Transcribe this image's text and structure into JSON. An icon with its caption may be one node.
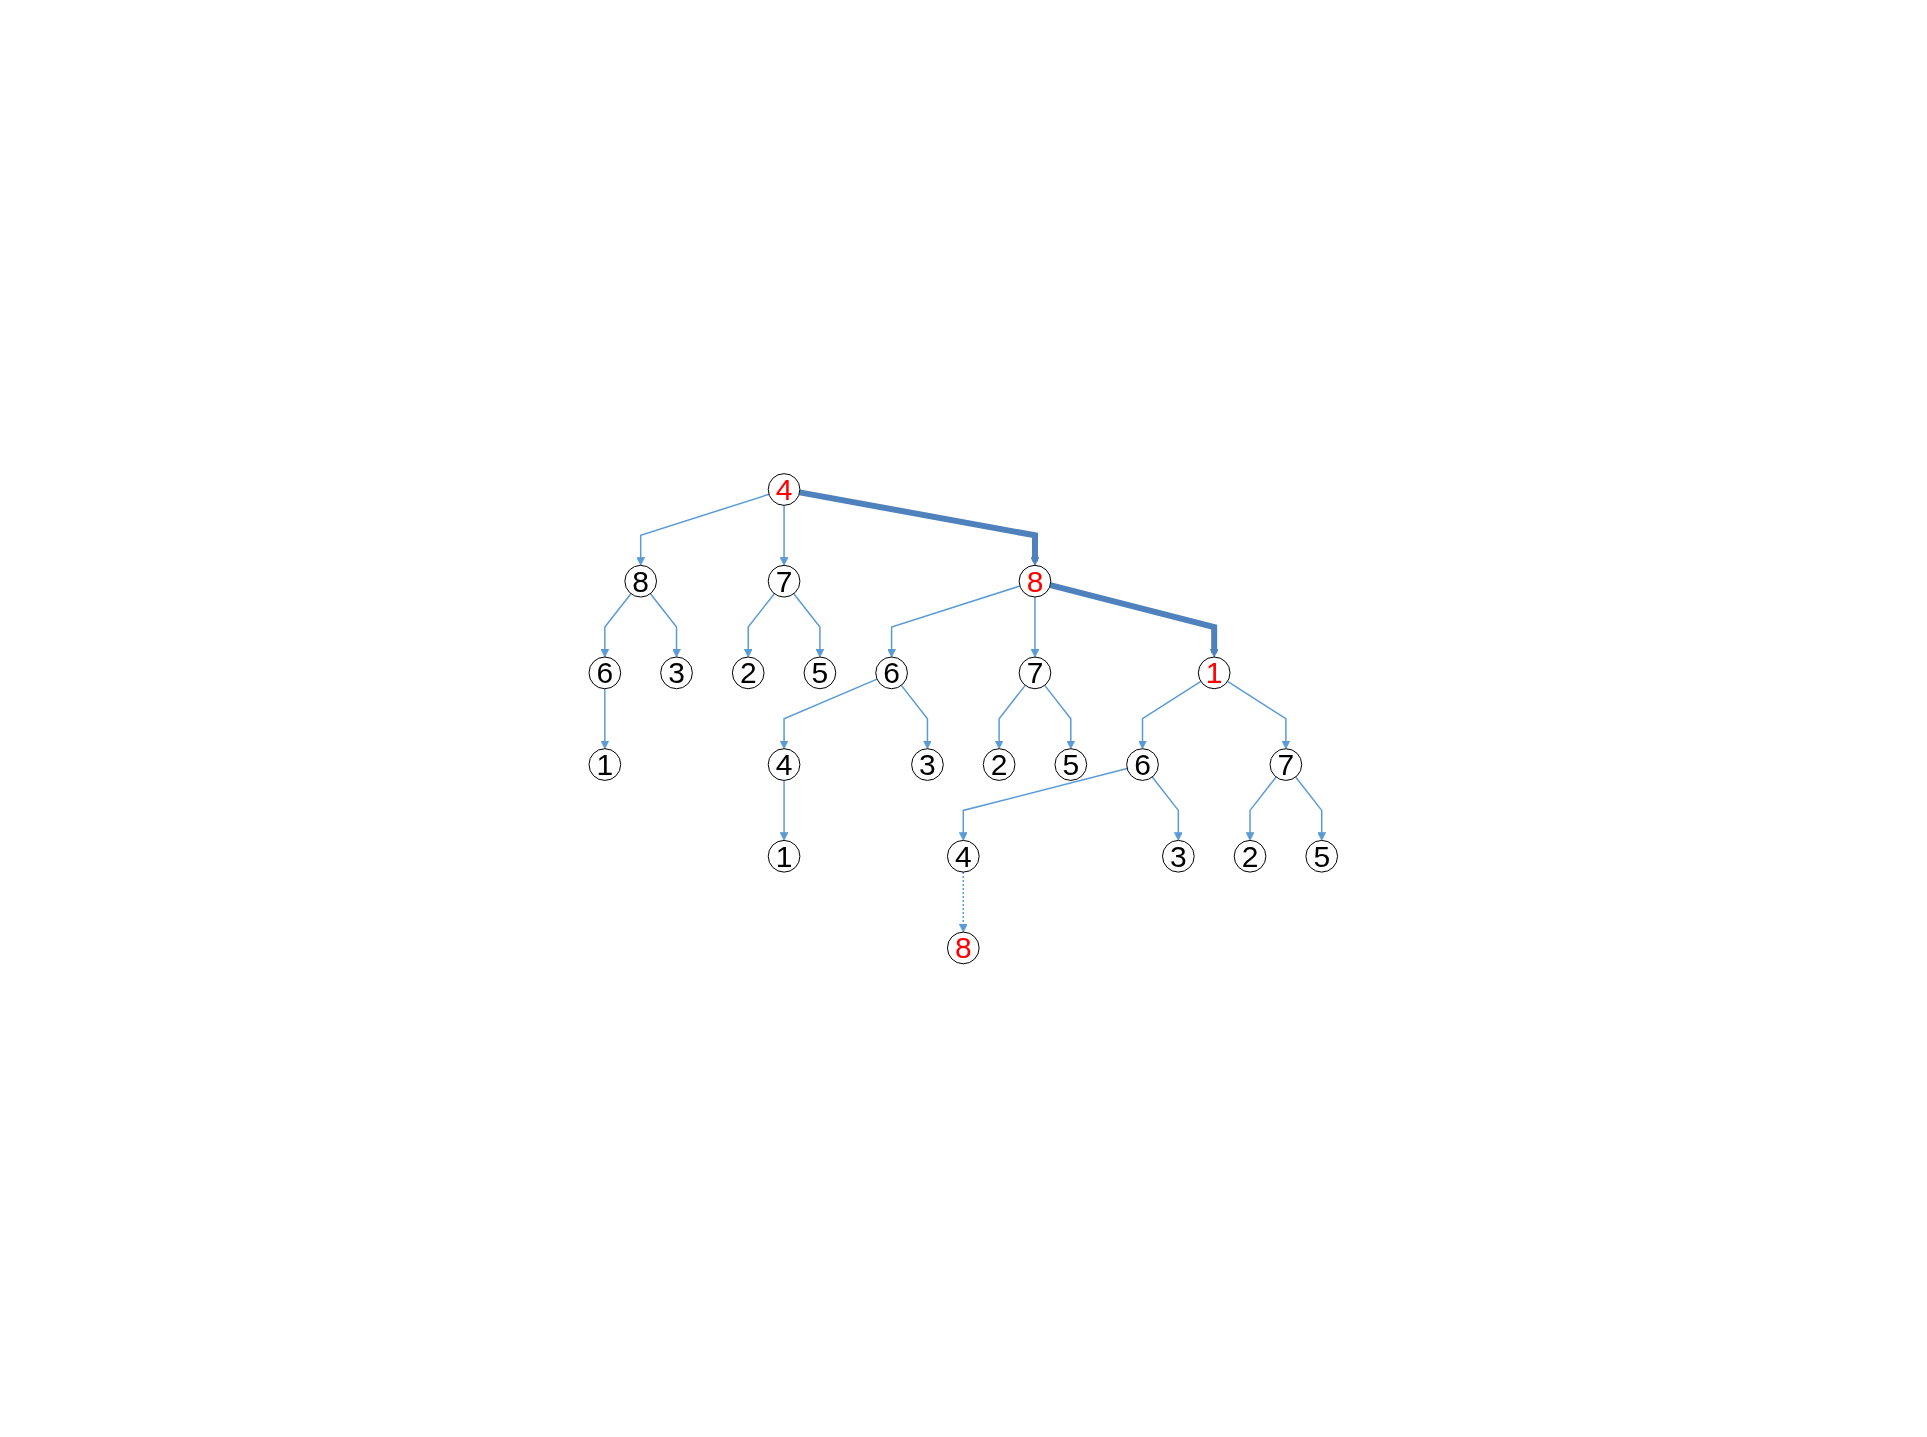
{
  "diagram": {
    "nodes": [
      {
        "text": [
          "4"
        ]
      },
      {
        "text": [
          "8"
        ]
      },
      {
        "text": [
          "7"
        ]
      },
      {
        "text": [
          "6"
        ]
      },
      {
        "text": [
          "3"
        ]
      },
      {
        "text": [
          "2"
        ]
      },
      {
        "text": [
          "5"
        ]
      },
      {
        "text": [
          "1"
        ]
      },
      {
        "text": [
          "8"
        ]
      },
      {
        "text": [
          "6"
        ]
      },
      {
        "text": [
          "7"
        ]
      },
      {
        "text": [
          "4"
        ]
      },
      {
        "text": [
          "3"
        ]
      },
      {
        "text": [
          "2"
        ]
      },
      {
        "text": [
          "5"
        ]
      },
      {
        "text": [
          "1"
        ]
      },
      {
        "text": [
          "1"
        ]
      },
      {
        "text": [
          "6"
        ]
      },
      {
        "text": [
          "7"
        ]
      },
      {
        "text": [
          "4"
        ]
      },
      {
        "text": [
          "3"
        ]
      },
      {
        "text": [
          "2"
        ]
      },
      {
        "text": [
          "5"
        ]
      },
      {
        "text": [
          "8"
        ]
      }
    ],
    "edges": [
      {
        "from": 0,
        "to": 1,
        "arrow": "to"
      },
      {
        "from": 0,
        "to": 2,
        "arrow": "to"
      },
      {
        "from": 1,
        "to": 3,
        "arrow": "to"
      },
      {
        "from": 1,
        "to": 4,
        "arrow": "to"
      },
      {
        "from": 2,
        "to": 5,
        "arrow": "to"
      },
      {
        "from": 2,
        "to": 6,
        "arrow": "to"
      },
      {
        "from": 3,
        "to": 7,
        "arrow": "to"
      },
      {
        "from": 8,
        "to": 9,
        "arrow": "to"
      },
      {
        "from": 8,
        "to": 10,
        "arrow": "to"
      },
      {
        "from": 9,
        "to": 11,
        "arrow": "to"
      },
      {
        "from": 9,
        "to": 12,
        "arrow": "to"
      },
      {
        "from": 10,
        "to": 13,
        "arrow": "to"
      },
      {
        "from": 10,
        "to": 14,
        "arrow": "to"
      },
      {
        "from": 11,
        "to": 15,
        "arrow": "to"
      },
      {
        "from": 16,
        "to": 17,
        "arrow": "to"
      },
      {
        "from": 16,
        "to": 18,
        "arrow": "to"
      },
      {
        "from": 17,
        "to": 19,
        "arrow": "to"
      },
      {
        "from": 17,
        "to": 20,
        "arrow": "to"
      },
      {
        "from": 18,
        "to": 21,
        "arrow": "to"
      },
      {
        "from": 18,
        "to": 22,
        "arrow": "to"
      },
      {
        "from": 19,
        "to": 23,
        "arrow": "to",
        "style": "dashed"
      },
      {
        "from": 0,
        "to": 8,
        "arrow": "to",
        "style": "thick",
        "color": "#4f81bd"
      },
      {
        "from": 8,
        "to": 16,
        "arrow": "to",
        "style": "thick",
        "color": "#4f81bd"
      }
    ]
  }
}
